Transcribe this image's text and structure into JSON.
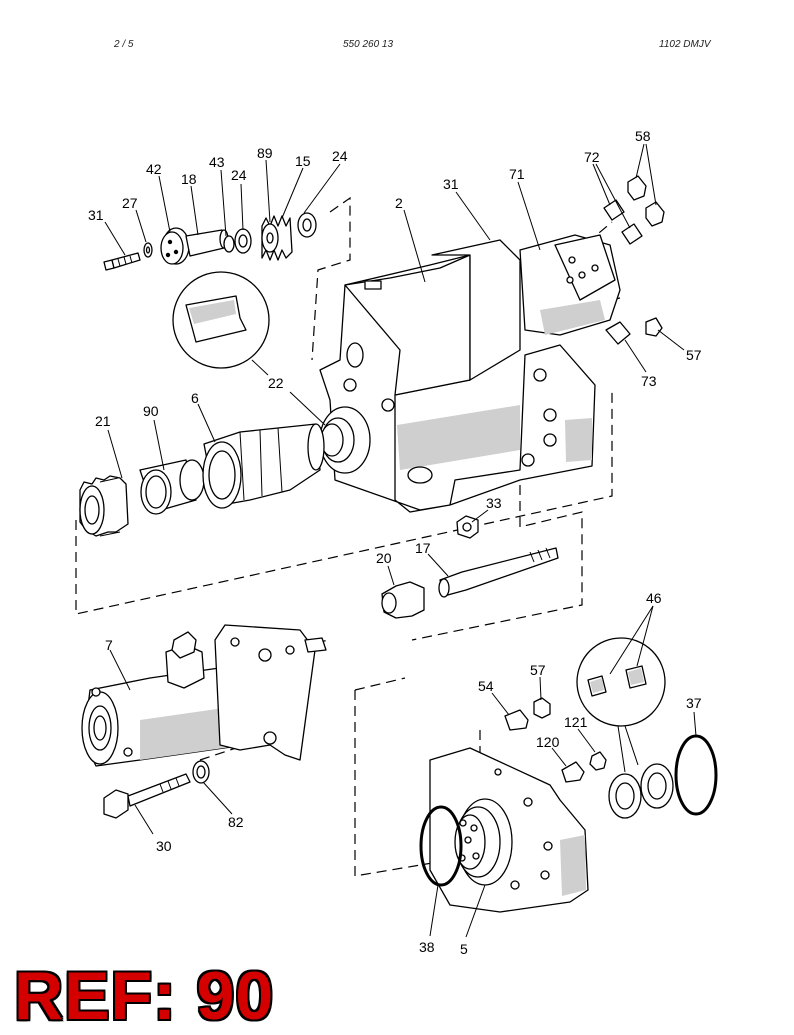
{
  "header": {
    "page": "2 /   5",
    "part_number": "550 260 13",
    "code": "1102 DMJV"
  },
  "callouts": [
    {
      "id": "c31a",
      "text": "31"
    },
    {
      "id": "c27",
      "text": "27"
    },
    {
      "id": "c42",
      "text": "42"
    },
    {
      "id": "c18",
      "text": "18"
    },
    {
      "id": "c43",
      "text": "43"
    },
    {
      "id": "c24a",
      "text": "24"
    },
    {
      "id": "c89",
      "text": "89"
    },
    {
      "id": "c15",
      "text": "15"
    },
    {
      "id": "c24b",
      "text": "24"
    },
    {
      "id": "c2",
      "text": "2"
    },
    {
      "id": "c31b",
      "text": "31"
    },
    {
      "id": "c71",
      "text": "71"
    },
    {
      "id": "c72",
      "text": "72"
    },
    {
      "id": "c58",
      "text": "58"
    },
    {
      "id": "c57a",
      "text": "57"
    },
    {
      "id": "c73",
      "text": "73"
    },
    {
      "id": "c22",
      "text": "22"
    },
    {
      "id": "c21",
      "text": "21"
    },
    {
      "id": "c90",
      "text": "90"
    },
    {
      "id": "c6",
      "text": "6"
    },
    {
      "id": "c33",
      "text": "33"
    },
    {
      "id": "c20",
      "text": "20"
    },
    {
      "id": "c17",
      "text": "17"
    },
    {
      "id": "c7",
      "text": "7"
    },
    {
      "id": "c30",
      "text": "30"
    },
    {
      "id": "c82",
      "text": "82"
    },
    {
      "id": "c46",
      "text": "46"
    },
    {
      "id": "c54",
      "text": "54"
    },
    {
      "id": "c57b",
      "text": "57"
    },
    {
      "id": "c121",
      "text": "121"
    },
    {
      "id": "c120",
      "text": "120"
    },
    {
      "id": "c37",
      "text": "37"
    },
    {
      "id": "c38",
      "text": "38"
    },
    {
      "id": "c5",
      "text": "5"
    }
  ],
  "reference": "REF: 90"
}
